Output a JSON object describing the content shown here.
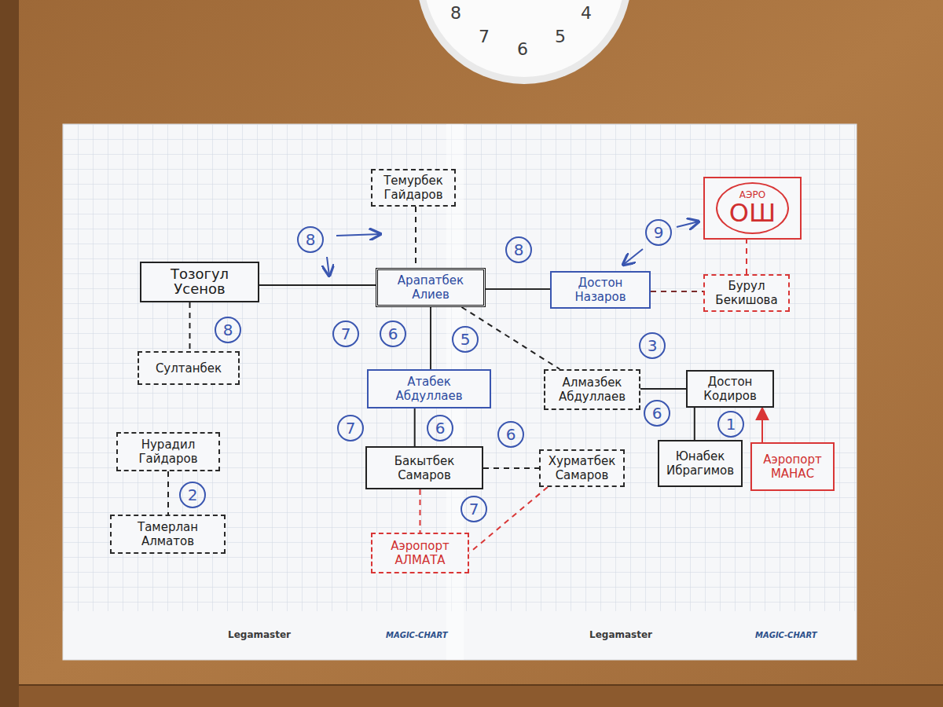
{
  "diagram": {
    "nodes": [
      {
        "text": [
          "Темурбек Гайдаров"
        ]
      },
      {
        "text": [
          "АЭРО",
          "ОШ"
        ]
      },
      {
        "text": [
          "Тозогул Усенов"
        ]
      },
      {
        "text": [
          "Арапатбек Алиев"
        ]
      },
      {
        "text": [
          "Достон Назаров"
        ]
      },
      {
        "text": [
          "Бурул Бекишова"
        ]
      },
      {
        "text": [
          "Султанбек"
        ]
      },
      {
        "text": [
          "Алмазбек Абдуллаев"
        ]
      },
      {
        "text": [
          "Атабек Абдуллаев"
        ]
      },
      {
        "text": [
          "Достон Кодиров"
        ]
      },
      {
        "text": [
          "Нурадил Гайдаров"
        ]
      },
      {
        "text": [
          "Бакытбек Самаров"
        ]
      },
      {
        "text": [
          "Хурматбек Самаров"
        ]
      },
      {
        "text": [
          "Юнабек Ибрагимов"
        ]
      },
      {
        "text": [
          "Аэропорт МАНАС"
        ]
      },
      {
        "text": [
          "Тамерлан Алматов"
        ]
      },
      {
        "text": [
          "Аэропорт АЛМАТА"
        ]
      }
    ],
    "edges": [
      {
        "from": 2,
        "to": 3,
        "arrow": "none"
      },
      {
        "from": 0,
        "to": 3,
        "arrow": "none"
      },
      {
        "from": 3,
        "to": 4,
        "arrow": "none"
      },
      {
        "from": 4,
        "to": 5,
        "arrow": "none"
      },
      {
        "from": 5,
        "to": 1,
        "arrow": "none"
      },
      {
        "from": 2,
        "to": 6,
        "arrow": "none"
      },
      {
        "from": 3,
        "to": 7,
        "arrow": "none"
      },
      {
        "from": 3,
        "to": 8,
        "arrow": "none"
      },
      {
        "from": 7,
        "to": 9,
        "arrow": "none"
      },
      {
        "from": 9,
        "to": 13,
        "arrow": "none"
      },
      {
        "from": 14,
        "to": 9,
        "arrow": "to"
      },
      {
        "from": 8,
        "to": 11,
        "arrow": "none"
      },
      {
        "from": 11,
        "to": 12,
        "arrow": "none"
      },
      {
        "from": 11,
        "to": 16,
        "arrow": "none"
      },
      {
        "from": 12,
        "to": 16,
        "arrow": "none"
      },
      {
        "from": 10,
        "to": 15,
        "arrow": "none"
      }
    ],
    "labels": [
      "8",
      "4",
      "7",
      "6",
      "5",
      "8",
      "8",
      "9",
      "8",
      "7",
      "6",
      "5",
      "3",
      "6",
      "1",
      "7",
      "6",
      "6",
      "2",
      "7",
      "Legamaster",
      "MAGIC-CHART",
      "Legamaster",
      "MAGIC-CHART"
    ]
  }
}
